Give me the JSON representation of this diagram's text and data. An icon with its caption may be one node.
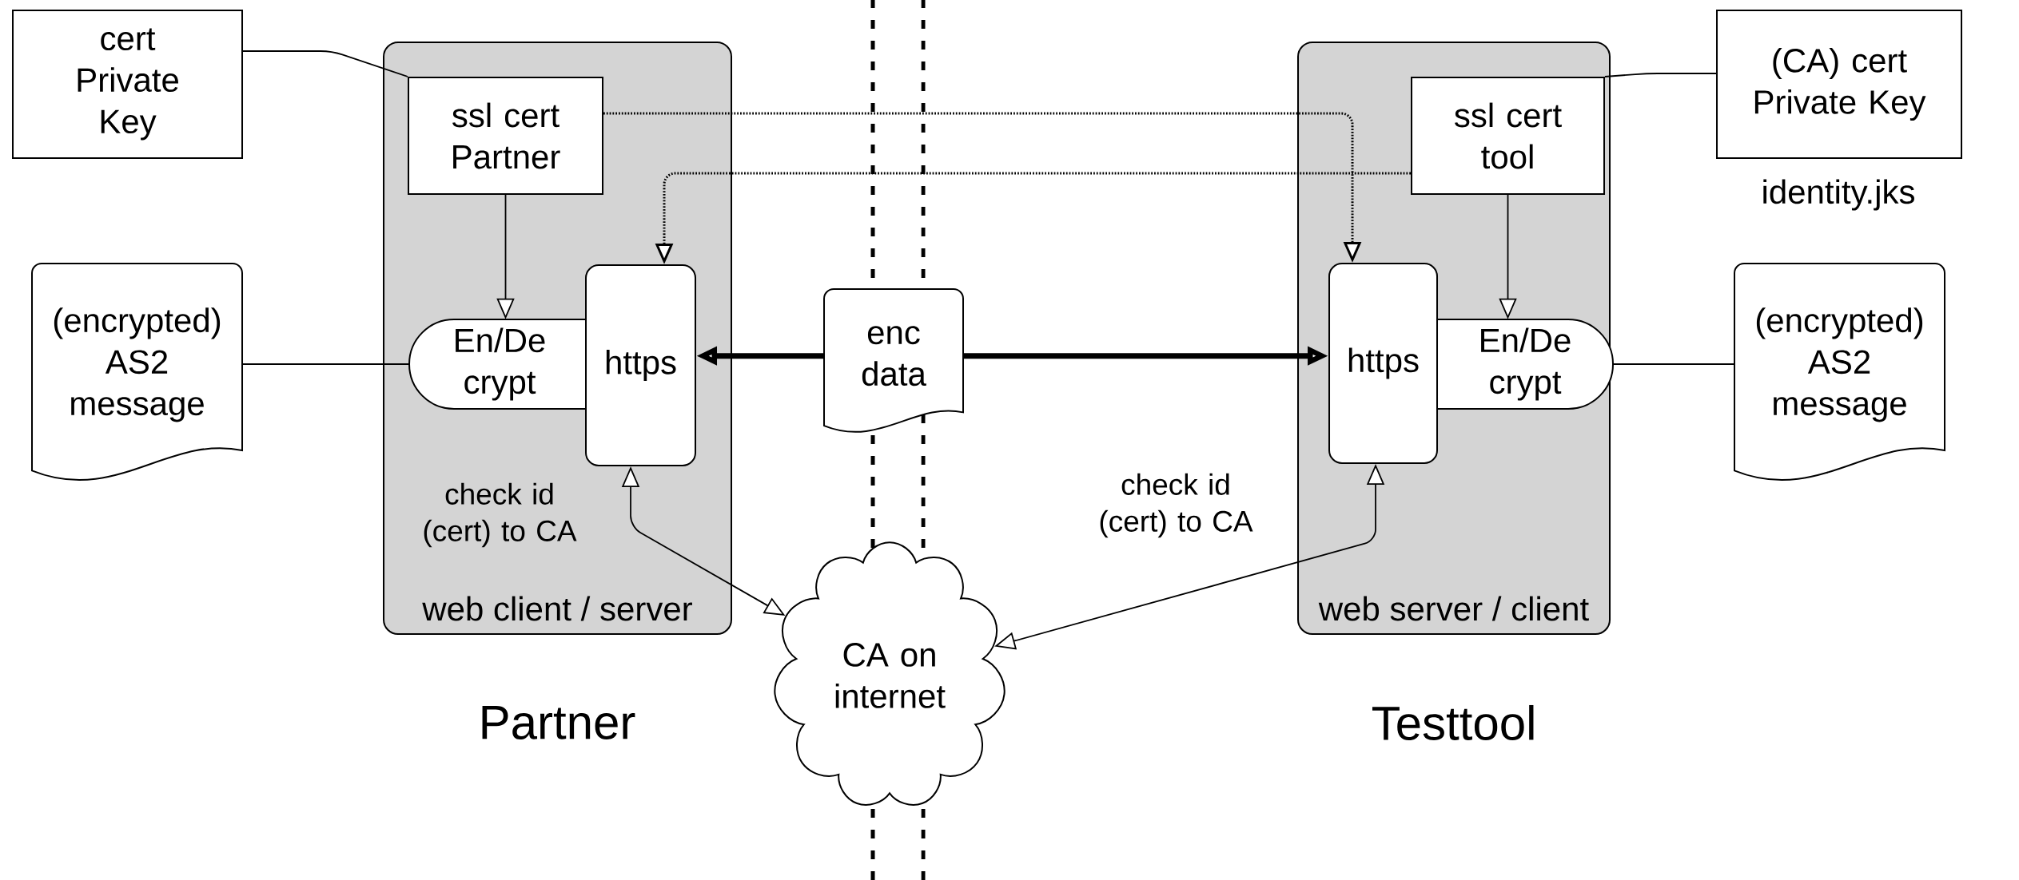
{
  "diagram": {
    "nodes": [
      {
        "text": [
          "cert Private Key"
        ]
      },
      {
        "text": [
          "web client / server"
        ],
        "beside": [
          "Partner"
        ]
      },
      {
        "text": [
          "ssl cert Partner"
        ],
        "in": 1
      },
      {
        "text": [
          "En/De crypt"
        ],
        "in": 1
      },
      {
        "text": [
          "https"
        ],
        "in": 1
      },
      {
        "text": [
          "(encrypted) AS2 message"
        ]
      },
      {
        "text": [
          "enc data"
        ]
      },
      {
        "text": [
          "CA on internet"
        ]
      },
      {
        "text": [
          "web server / client"
        ],
        "beside": [
          "Testtool"
        ]
      },
      {
        "text": [
          "ssl cert tool"
        ],
        "in": 8
      },
      {
        "text": [
          "https"
        ],
        "in": 8
      },
      {
        "text": [
          "En/De crypt"
        ],
        "in": 8
      },
      {
        "text": [
          "(CA) cert Private Key"
        ],
        "beside": [
          "identity.jks"
        ]
      },
      {
        "text": [
          "(encrypted) AS2 message"
        ]
      }
    ],
    "edges": [
      {
        "from": 0,
        "to": 2,
        "arrow": "none"
      },
      {
        "from": 12,
        "to": 9,
        "arrow": "none"
      },
      {
        "from": 2,
        "to": 3,
        "arrow": "to"
      },
      {
        "from": 9,
        "to": 11,
        "arrow": "to"
      },
      {
        "from": 5,
        "to": 3,
        "arrow": "none"
      },
      {
        "from": 11,
        "to": 13,
        "arrow": "none"
      },
      {
        "from": 6,
        "to": 4,
        "arrow": "to",
        "style": "thick"
      },
      {
        "from": 6,
        "to": 10,
        "arrow": "to",
        "style": "thick"
      },
      {
        "from": 2,
        "to": 10,
        "arrow": "to",
        "style": "dashed"
      },
      {
        "from": 9,
        "to": 4,
        "arrow": "to",
        "style": "dashed"
      },
      {
        "from": 4,
        "to": 7,
        "arrow": "both",
        "label": "check id (cert) to CA"
      },
      {
        "from": 10,
        "to": 7,
        "arrow": "both",
        "label": "check id (cert) to CA"
      }
    ]
  }
}
